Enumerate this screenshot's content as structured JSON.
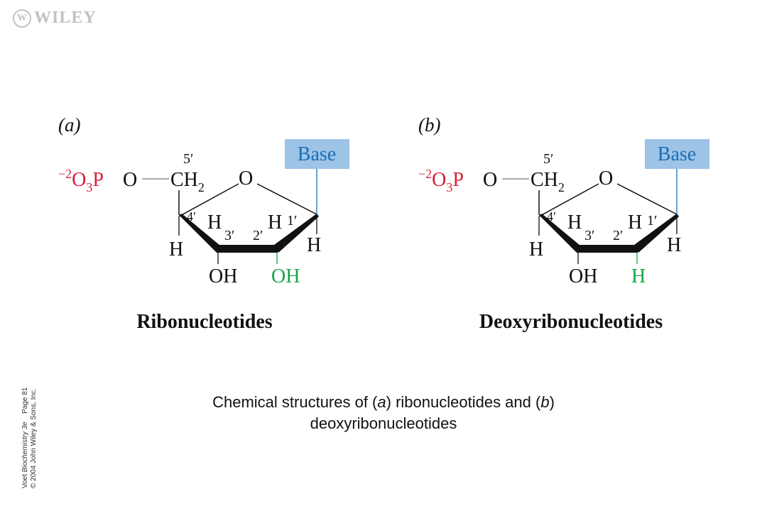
{
  "logo": {
    "mark": "W",
    "text": "WILEY"
  },
  "panels": [
    {
      "letter": "(a)",
      "base": "Base",
      "c5": "5′",
      "c4": "4′",
      "c3": "3′",
      "c2": "2′",
      "c1": "1′",
      "h4": "H",
      "h1": "H",
      "hLeft": "H",
      "hRight": "H",
      "phosphate_charge": "−2",
      "phosphate_o": "O",
      "phosphate_sub": "3",
      "phosphate_p": "P",
      "o_link": "O",
      "ch": "CH",
      "ch_sub": "2",
      "ring_o": "O",
      "oh3": "OH",
      "sub2": "OH",
      "name": "Ribonucleotides"
    },
    {
      "letter": "(b)",
      "base": "Base",
      "c5": "5′",
      "c4": "4′",
      "c3": "3′",
      "c2": "2′",
      "c1": "1′",
      "h4": "H",
      "h1": "H",
      "hLeft": "H",
      "hRight": "H",
      "phosphate_charge": "−2",
      "phosphate_o": "O",
      "phosphate_sub": "3",
      "phosphate_p": "P",
      "o_link": "O",
      "ch": "CH",
      "ch_sub": "2",
      "ring_o": "O",
      "oh3": "OH",
      "sub2": "H",
      "name": "Deoxyribonucleotides"
    }
  ],
  "colors": {
    "red": "#d6203a",
    "green": "#1aa24a",
    "blue": "#1a6fb5",
    "base_box": "#9dc3e6",
    "black": "#111111"
  },
  "credit": {
    "line1_pre": "Voet ",
    "line1_italic": "Biochemistry 3e",
    "line1_post": "    Page 81",
    "line2": "© 2004 John Wiley & Sons, Inc."
  },
  "caption": {
    "p1": "Chemical structures of (",
    "i1": "a",
    "p2": ") ribonucleotides and (",
    "i2": "b",
    "p3": ")",
    "line2": "deoxyribonucleotides"
  }
}
